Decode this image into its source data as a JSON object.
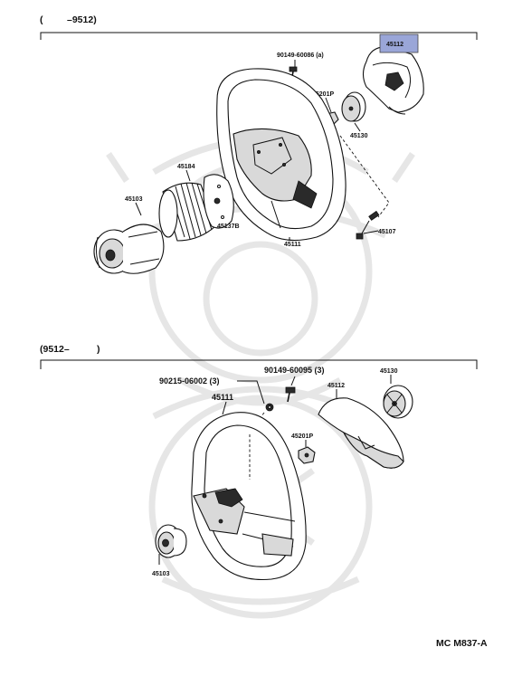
{
  "sections": {
    "top_header_open": "(",
    "top_header_range": "–9512)",
    "bottom_header_range": "(9512–",
    "bottom_header_close": ")"
  },
  "top_parts": {
    "horn_pad": "45112",
    "bolt": "90149-60086 (a)",
    "nut": "45201P",
    "ornament": "45130",
    "wheel": "45111",
    "cover": "45184",
    "hub": "45103",
    "plate": "45137B",
    "wire": "45107"
  },
  "bottom_parts": {
    "screw_note": "90215-06002 (3)",
    "bolt_note": "90149-60095 (3)",
    "wheel": "45111",
    "pad": "45112",
    "ornament": "45130",
    "nut": "45201P",
    "hub": "45103"
  },
  "footer": {
    "code": "MC  M837-A"
  },
  "colors": {
    "highlight": "#9aa6d8",
    "ink": "#111111",
    "watermark": "#e4e4e4"
  }
}
